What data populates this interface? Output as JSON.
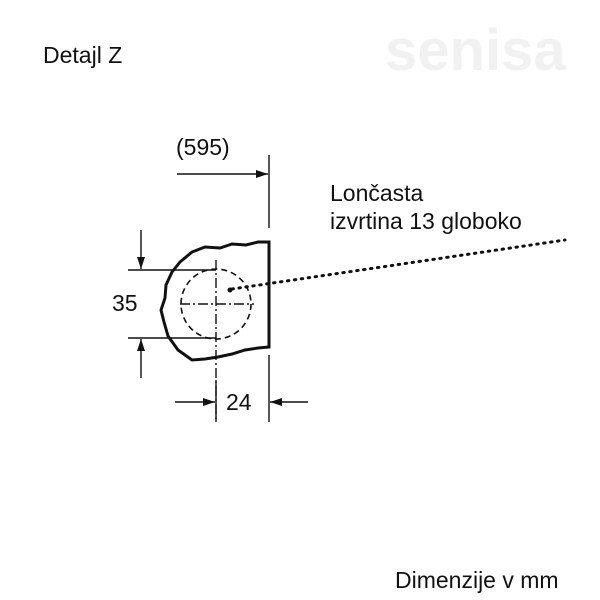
{
  "title": "Detajl Z",
  "dimensions": {
    "depth": "(595)",
    "height": "35",
    "offset": "24"
  },
  "callout": {
    "line1": "Lončasta",
    "line2": "izvrtina 13 globoko"
  },
  "units_note": "Dimenzije v mm",
  "watermark": "senisa"
}
